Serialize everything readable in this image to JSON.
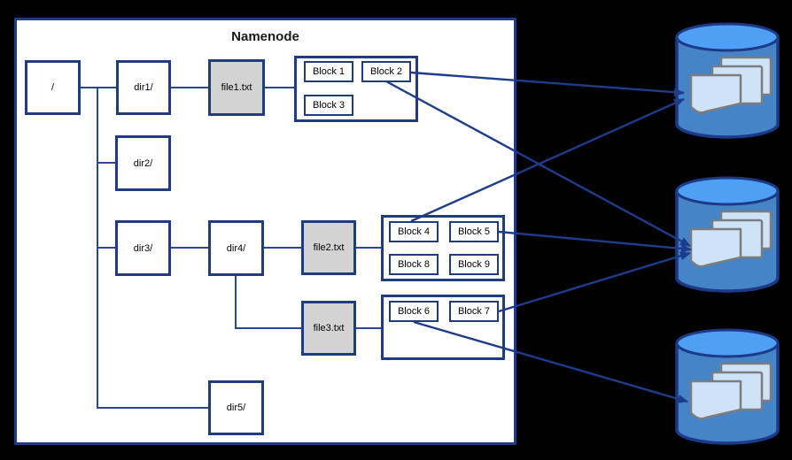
{
  "colors": {
    "background": "#000000",
    "panel_fill": "#ffffff",
    "box_border": "#1f3d7e",
    "box_fill": "#ffffff",
    "file_fill": "#d3d3d3",
    "text": "#000000",
    "title_text": "#1a1a1a",
    "line": "#2a4793",
    "arrow": "#1e3c8c",
    "cylinder_body": "#4584c6",
    "cylinder_top": "#4fa0f4",
    "cylinder_border": "#1d3a8a",
    "doc_fill": "#cfe3f8",
    "doc_border": "#7d7d7d"
  },
  "namenode": {
    "title": "Namenode",
    "tree": {
      "root": "/",
      "children": [
        {
          "label": "dir1/",
          "children": [
            {
              "label": "file1.txt",
              "type": "file",
              "blocks": [
                "Block 1",
                "Block 2",
                "Block 3"
              ]
            }
          ]
        },
        {
          "label": "dir2/",
          "children": []
        },
        {
          "label": "dir3/",
          "children": [
            {
              "label": "dir4/",
              "children": [
                {
                  "label": "file2.txt",
                  "type": "file",
                  "blocks": [
                    "Block 4",
                    "Block 5",
                    "Block 8",
                    "Block 9"
                  ]
                },
                {
                  "label": "file3.txt",
                  "type": "file",
                  "blocks": [
                    "Block 6",
                    "Block 7"
                  ]
                }
              ]
            }
          ]
        },
        {
          "label": "dir5/",
          "children": []
        }
      ]
    }
  },
  "datanodes": [
    {
      "icon": "database-cylinder-with-documents"
    },
    {
      "icon": "database-cylinder-with-documents"
    },
    {
      "icon": "database-cylinder-with-documents"
    }
  ],
  "block_to_datanode_arrows": [
    {
      "from": "Block 2",
      "to_datanode": 1
    },
    {
      "from": "Block 4",
      "to_datanode": 1
    },
    {
      "from": "Block 2",
      "to_datanode": 2
    },
    {
      "from": "Block 5",
      "to_datanode": 2
    },
    {
      "from": "Block 7",
      "to_datanode": 2
    },
    {
      "from": "Block 6",
      "to_datanode": 3
    }
  ]
}
